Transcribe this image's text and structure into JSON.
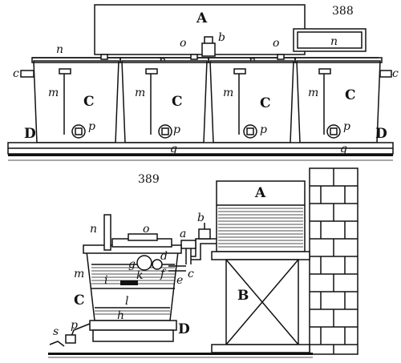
{
  "figures": [
    {
      "number": "388",
      "labels": {
        "A": "A",
        "b": "b",
        "n": "n",
        "o": "o",
        "c": "c",
        "C": "C",
        "m": "m",
        "p": "p",
        "D": "D",
        "g": "g"
      }
    },
    {
      "number": "389",
      "labels": {
        "A": "A",
        "B": "B",
        "a": "a",
        "b": "b",
        "c": "c",
        "d": "d",
        "e": "e",
        "f": "f",
        "g": "g",
        "h": "h",
        "i": "i",
        "k": "k",
        "l": "l",
        "m": "m",
        "n": "n",
        "o": "o",
        "p": "p",
        "s": "s",
        "C": "C",
        "D": "D"
      }
    }
  ],
  "colors": {
    "ink": "#111111",
    "paper": "#ffffff"
  }
}
